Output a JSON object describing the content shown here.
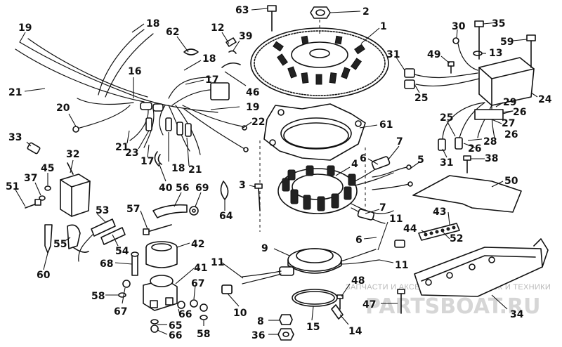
{
  "callouts": [
    "63",
    "2",
    "1",
    "12",
    "39",
    "62",
    "19",
    "18",
    "18",
    "16",
    "17",
    "21",
    "20",
    "21",
    "23",
    "17",
    "18",
    "21",
    "46",
    "19",
    "22",
    "61",
    "30",
    "35",
    "59",
    "49",
    "13",
    "31",
    "25",
    "24",
    "29",
    "26",
    "27",
    "26",
    "25",
    "28",
    "31",
    "26",
    "33",
    "32",
    "45",
    "37",
    "51",
    "40",
    "56",
    "69",
    "64",
    "3",
    "4",
    "7",
    "6",
    "5",
    "38",
    "50",
    "53",
    "55",
    "60",
    "54",
    "57",
    "42",
    "68",
    "41",
    "9",
    "11",
    "7",
    "6",
    "11",
    "43",
    "44",
    "52",
    "58",
    "67",
    "67",
    "66",
    "65",
    "66",
    "58",
    "11",
    "10",
    "48",
    "8",
    "15",
    "36",
    "47",
    "14",
    "34"
  ],
  "watermark": {
    "line1": "ЗАПЧАСТИ И АКСЕССУАРЫ ДЛЯ ЛОДОК И ТЕХНИКИ",
    "line2": "PARTSBOAT.RU"
  }
}
